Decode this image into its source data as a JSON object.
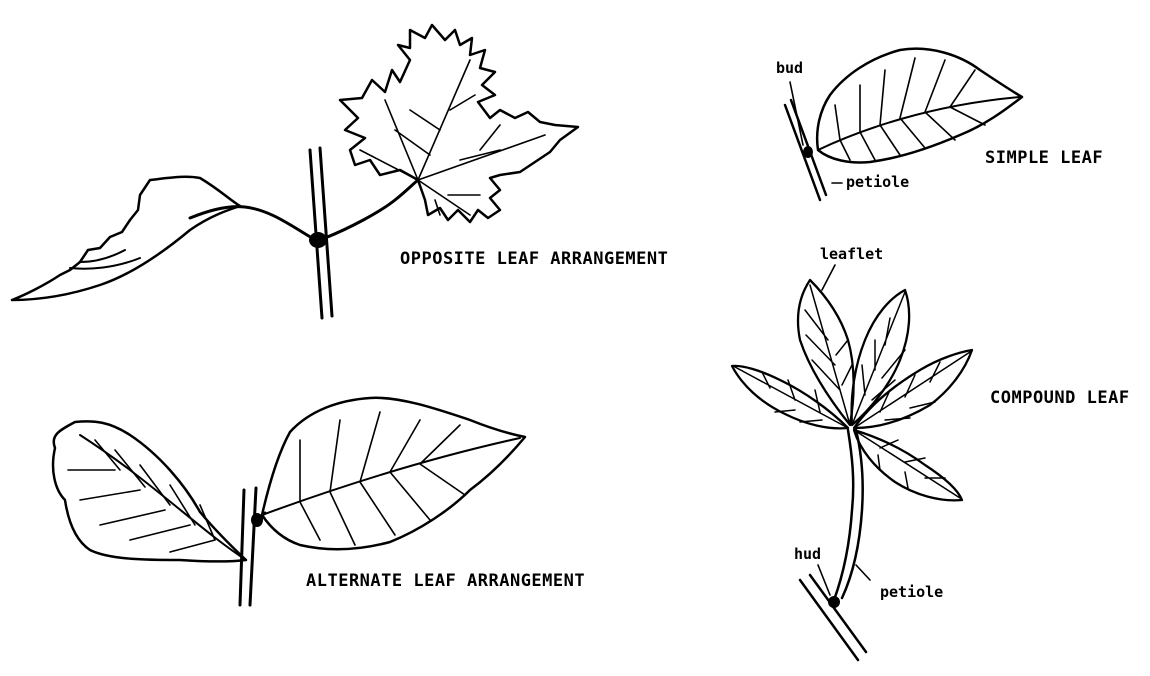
{
  "labels": {
    "opposite": "OPPOSITE LEAF ARRANGEMENT",
    "alternate": "ALTERNATE LEAF ARRANGEMENT",
    "simple": "SIMPLE LEAF",
    "compound": "COMPOUND LEAF",
    "bud_simple": "bud",
    "petiole_simple": "petiole",
    "leaflet": "leaflet",
    "bud_compound": "hud",
    "petiole_compound": "petiole"
  }
}
